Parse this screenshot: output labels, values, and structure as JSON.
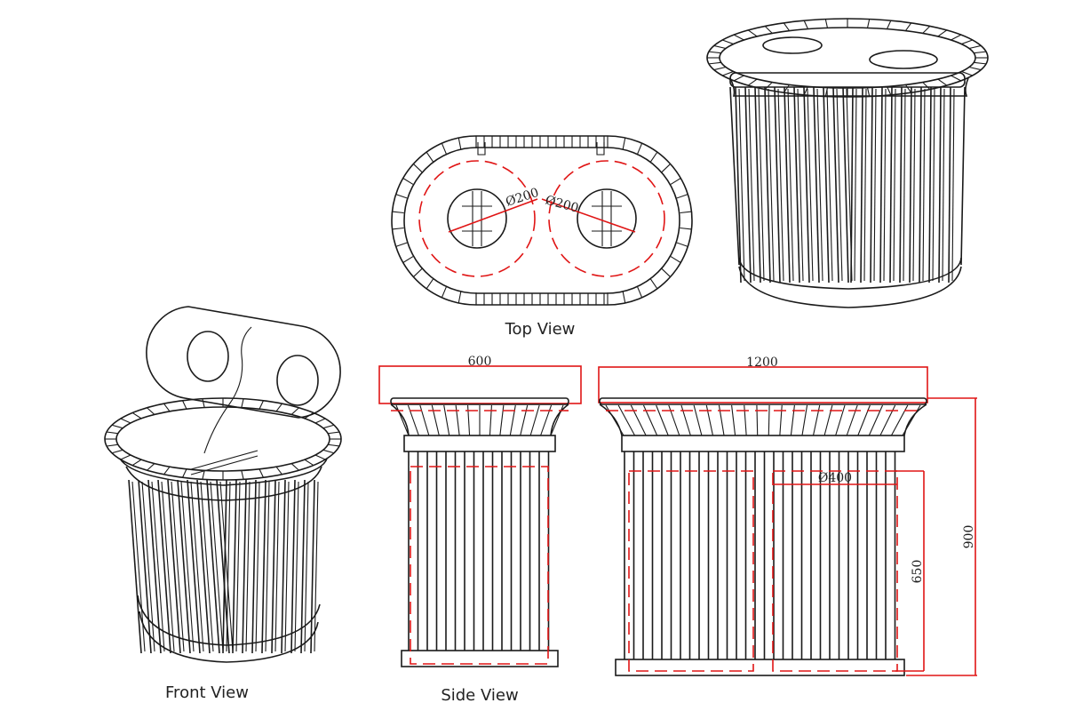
{
  "labels": {
    "top_view": "Top View",
    "front_view": "Front View",
    "side_view": "Side View"
  },
  "dimensions": {
    "hole_left": "Ø200",
    "hole_right": "Ø200",
    "side_width": "600",
    "front_width": "1200",
    "inner_diameter": "Ø400",
    "inner_height": "650",
    "total_height": "900"
  },
  "colors": {
    "line": "#1a1a1a",
    "dimension": "#e01515"
  }
}
